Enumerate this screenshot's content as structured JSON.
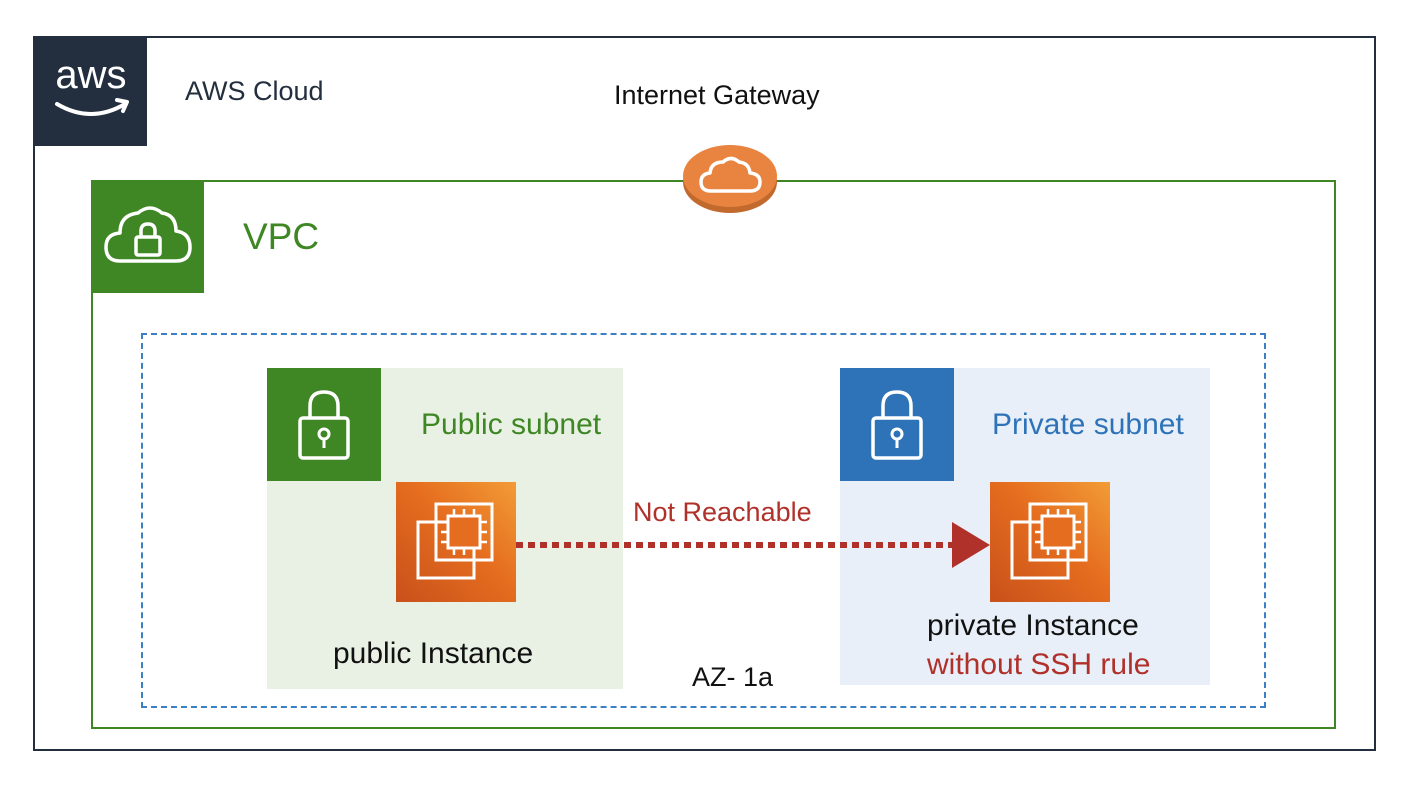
{
  "cloud": {
    "title": "AWS Cloud",
    "logo_text": "aws",
    "logo_icon": "aws-logo-icon"
  },
  "gateway": {
    "title": "Internet Gateway",
    "icon": "internet-gateway-cloud-icon"
  },
  "vpc": {
    "title": "VPC",
    "icon": "vpc-cloud-lock-icon"
  },
  "az": {
    "label": "AZ- 1a"
  },
  "public_subnet": {
    "title": "Public subnet",
    "icon": "lock-icon",
    "instance_label": "public Instance",
    "instance_icon": "ec2-instance-icon"
  },
  "private_subnet": {
    "title": "Private subnet",
    "icon": "lock-icon",
    "instance_label": "private Instance",
    "instance_note": "without SSH rule",
    "instance_icon": "ec2-instance-icon"
  },
  "connection": {
    "label": "Not Reachable",
    "style": "dotted-arrow"
  },
  "colors": {
    "aws_dark": "#232f3e",
    "vpc_green": "#3f8624",
    "az_blue": "#3b7fc4",
    "private_blue": "#2e73b8",
    "public_fill": "#e9f1e5",
    "private_fill": "#e8eff8",
    "ec2_orange": "#e56d1f",
    "gateway_orange": "#e8843f",
    "alert_red": "#b0302a"
  }
}
